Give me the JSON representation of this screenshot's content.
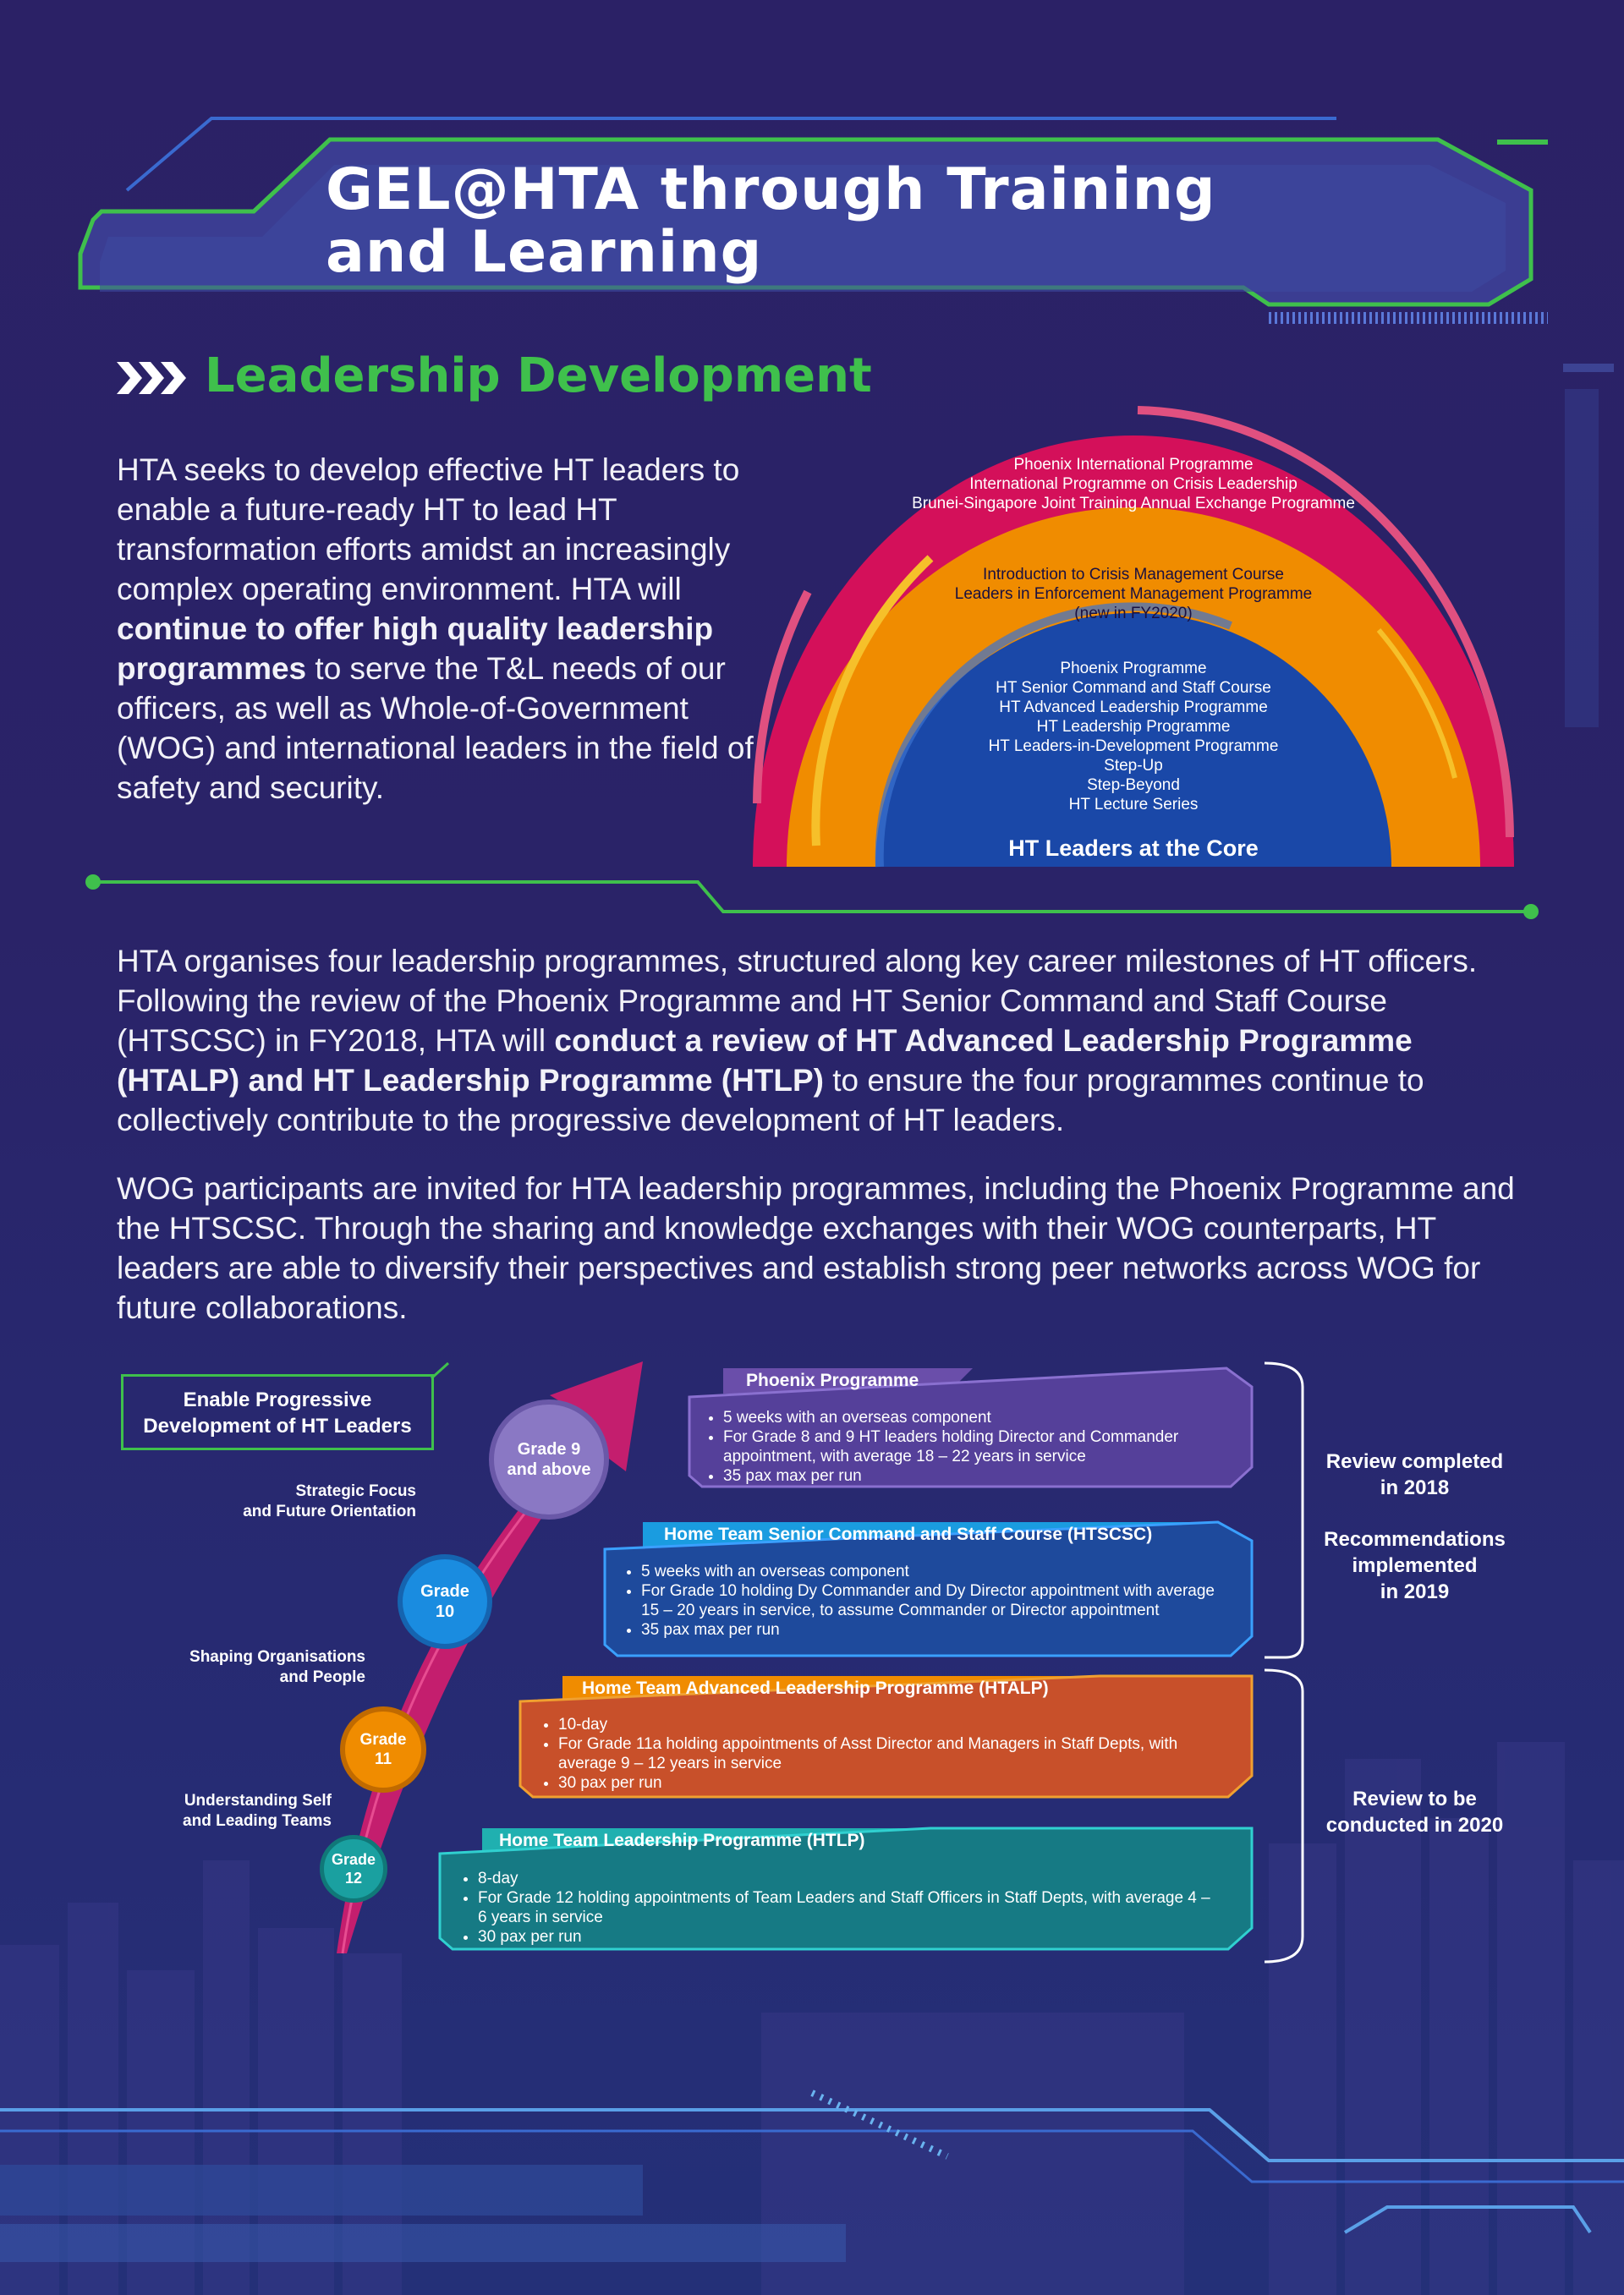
{
  "header": {
    "title_line1": "GEL@HTA through Training",
    "title_line2": "and Learning"
  },
  "section": {
    "title": "Leadership Development"
  },
  "intro": {
    "t1": "HTA seeks to develop effective HT leaders to enable a future-ready HT to lead HT transformation efforts amidst an increasingly complex operating environment. HTA will ",
    "bold": "continue to offer high quality leadership programmes",
    "t2": " to serve the T&L needs of our officers, as well as Whole-of-Government (WOG) and international leaders in the field of safety and security."
  },
  "arc": {
    "outer": [
      "Phoenix International Programme",
      "International Programme on Crisis Leadership",
      "Brunei-Singapore Joint Training Annual Exchange Programme"
    ],
    "middle": [
      "Introduction to Crisis Management Course",
      "Leaders in Enforcement Management Programme",
      "(new in FY2020)"
    ],
    "inner": [
      "Phoenix Programme",
      "HT Senior Command and Staff Course",
      "HT Advanced Leadership Programme",
      "HT Leadership Programme",
      "HT Leaders-in-Development Programme",
      "Step-Up",
      "Step-Beyond",
      "HT Lecture Series"
    ],
    "core": "HT Leaders at the Core",
    "colors": {
      "outer": "#d4105a",
      "middle": "#f08c00",
      "inner": "#1a48a8"
    }
  },
  "paragraph2": {
    "t1": "HTA organises four leadership programmes, structured along key career milestones of HT officers. Following the review of the Phoenix Programme and HT Senior Command and Staff Course (HTSCSC) in FY2018, HTA will ",
    "bold": "conduct a review of HT Advanced Leadership Programme (HTALP) and HT Leadership Programme (HTLP)",
    "t2": " to ensure the four programmes continue to collectively contribute to the progressive development of HT leaders."
  },
  "paragraph3": {
    "text": "WOG participants are invited for HTA leadership programmes, including the Phoenix Programme and the HTSCSC. Through the sharing and knowledge exchanges with their WOG counterparts, HT leaders are able to diversify their perspectives and establish strong peer networks across WOG for future collaborations."
  },
  "progression": {
    "box_line1": "Enable Progressive",
    "box_line2": "Development of HT Leaders",
    "stages": [
      {
        "line1": "Strategic Focus",
        "line2": "and Future Orientation"
      },
      {
        "line1": "Shaping Organisations",
        "line2": "and People"
      },
      {
        "line1": "Understanding Self",
        "line2": "and Leading Teams"
      }
    ],
    "grades": [
      {
        "line1": "Grade 9",
        "line2": "and above",
        "color": "#8a78c4"
      },
      {
        "line1": "Grade",
        "line2": "10",
        "color": "#1a8ce0"
      },
      {
        "line1": "Grade",
        "line2": "11",
        "color": "#f08c00"
      },
      {
        "line1": "Grade",
        "line2": "12",
        "color": "#1aa0a0"
      }
    ]
  },
  "programmes": [
    {
      "title": "Phoenix Programme",
      "color": "#5b3d9a",
      "bullets": [
        "5 weeks with an overseas component",
        "For Grade 8 and 9 HT leaders holding Director and Commander appointment, with average 18 – 22 years in service",
        "35 pax max per run"
      ]
    },
    {
      "title": "Home Team Senior Command and Staff Course (HTSCSC)",
      "color": "#1e4a9c",
      "bullets": [
        "5 weeks with an overseas component",
        "For Grade 10 holding Dy Commander and Dy Director appointment with average 15 – 20 years in service, to assume Commander or Director appointment",
        "35 pax max per run"
      ]
    },
    {
      "title": "Home Team Advanced Leadership Programme (HTALP)",
      "color": "#c8502a",
      "bullets": [
        "10-day",
        "For Grade 11a holding appointments of Asst Director and Managers in Staff Depts, with average 9 – 12 years in service",
        "30 pax per run"
      ]
    },
    {
      "title": "Home Team Leadership Programme (HTLP)",
      "color": "#167a84",
      "bullets": [
        "8-day",
        "For Grade 12 holding appointments of Team Leaders and Staff Officers in Staff Depts, with average 4 – 6 years in service",
        "30 pax per run"
      ]
    }
  ],
  "reviews": {
    "completed_line1": "Review completed",
    "completed_line2": "in 2018",
    "recs_line1": "Recommendations",
    "recs_line2": "implemented",
    "recs_line3": "in 2019",
    "future_line1": "Review to be",
    "future_line2": "conducted in 2020"
  }
}
